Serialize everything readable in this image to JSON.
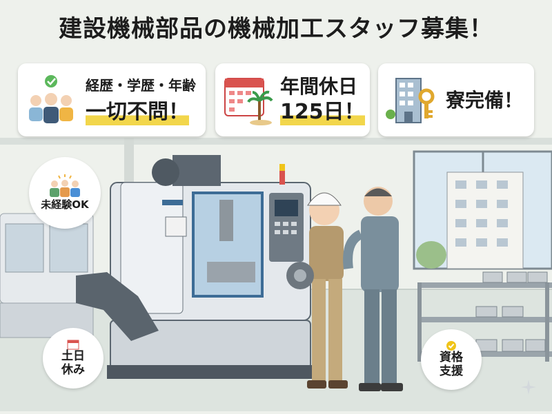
{
  "title": "建設機械部品の機械加工スタッフ募集！",
  "cards": [
    {
      "line1": "経歴・学歴・年齢",
      "line2": "一切不問！",
      "icon": "people-check-icon"
    },
    {
      "line1": "年間休日",
      "line2": "125日！",
      "icon": "calendar-palm-icon"
    },
    {
      "line1": "寮完備！",
      "icon": "building-key-icon"
    }
  ],
  "bubbles": {
    "inexperienced": "未経験OK",
    "weekends_line1": "土日",
    "weekends_line2": "休み",
    "qualification_line1": "資格",
    "qualification_line2": "支援"
  },
  "colors": {
    "highlight": "#f2d64b",
    "machine": "#dfe4e8",
    "accent_blue": "#4a8fd6"
  }
}
